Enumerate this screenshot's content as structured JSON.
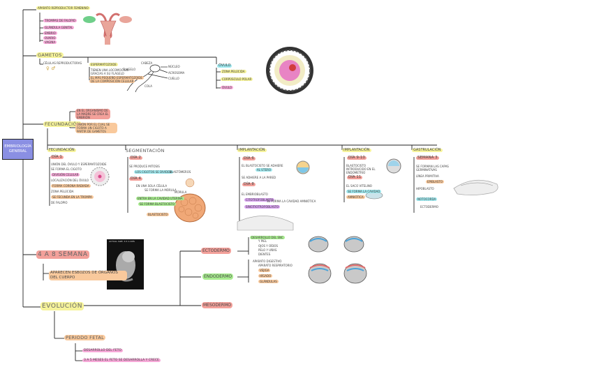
{
  "center": "EMBRIOLOGÍA GENERAL",
  "aparato": {
    "title": "APARATO REPRODUCTOR FEMENINO",
    "items": [
      "TROMPAS DE FALOPIO",
      "GLÁNDULA GENITAL",
      "EMBRIO",
      "OVARIO",
      "VAGINA"
    ]
  },
  "gametos": {
    "title": "GAMETOS",
    "celulas": "CÉLULAS REPRODUCTORAS",
    "symbols": "♀ ♂",
    "espermatozoide": {
      "title": "ESPERMATOZOIDE",
      "notes": [
        "TIENEN UNA LOCOMOCIÓN",
        "GRACIAS A SU FLAGELO",
        "EL MÁS PEQUEÑO ESPERMATOZOIDE",
        "DE LA COMPOSICIÓN CELULAR"
      ],
      "labels": [
        "CABEZA",
        "NÚCLEO",
        "ACROSOMA",
        "CUELLO",
        "COLA",
        "FLAGELO"
      ]
    },
    "ovulo": {
      "title": "ÓVULO",
      "items": [
        "ZONA PELÚCIDA",
        "CORPÚSCULO POLAR",
        "ÓVULO"
      ]
    }
  },
  "fecundacion": {
    "title": "FECUNDACIÓN",
    "notes": [
      "EN EL ORGANISMO DE LA MADRE SE CREA EL EMBRIÓN",
      "UNIÓN POR EL CUAL SE FORMA UN CIGOTO A PARTIR DE GAMETOS"
    ],
    "stages": [
      {
        "title": "FECUNDACIÓN",
        "badge": "DÍA 1",
        "notes": [
          "UNIÓN DEL ÓVULO Y ESPERMATOZOIDE",
          "SE FORMA EL CIGOTO",
          "DIVISIÓN CELULAR",
          "LOCALIZACIÓN DEL ÓVULO",
          "FORMA CORONA RADIADA",
          "ZONA PELÚCIDA",
          "SE FECUNDA EN LA TROMPA",
          "DE FALOPIO"
        ]
      },
      {
        "title": "SEGMENTACIÓN",
        "badges": [
          "DÍA 2",
          "DÍA 4"
        ],
        "notes": [
          "SE PRODUCE MITOSIS",
          "LOS CIGOTOS SE DIVIDEN",
          "BLASTÓMEROS",
          "EN UNA SOLA CÉLULA",
          "SE FORMA LA MÓRULA",
          "MÓRULA",
          "ENTRA EN LA CAVIDAD UTERINA",
          "SE FORMA BLASTOCISTO",
          "BLASTOCISTO"
        ]
      },
      {
        "title": "IMPLANTACIÓN",
        "badges": [
          "DÍA 6",
          "DÍA 8"
        ],
        "notes": [
          "EL BLASTOCISTO SE ADHIERE",
          "AL ÚTERO",
          "SE ADHIERE A LA PARED",
          "EL EMBRIOBLASTO",
          "CITOTROFOBLASTO",
          "SINCITIOTROFOBLASTO",
          "SE FORMA LA CAVIDAD AMNIÓTICA"
        ]
      },
      {
        "title": "IMPLANTACIÓN",
        "badges": [
          "DÍA 9-10",
          "DÍA 11"
        ],
        "notes": [
          "BLASTOCISTO INTRODUCIDO EN EL ENDOMETRIO",
          "EL SACO VITELINO",
          "SE FORMA LA CAVIDAD",
          "AMNIÓTICA"
        ]
      },
      {
        "title": "GASTRULACIÓN",
        "badge": "SEMANA 3",
        "notes": [
          "SE FORMAN LAS CAPAS GERMINATIVAS",
          "LÍNEA PRIMITIVA",
          "EPIBLASTO",
          "HIPOBLASTO",
          "NOTOCORDA",
          "ECTODERMO"
        ]
      }
    ]
  },
  "semanas": {
    "title": "4 A 8 SEMANA",
    "note": "APARECEN ESBOZOS DE ÓRGANOS DEL CUERPO",
    "image_caption": "ACTUAL SIZE: 3.5 C.CMS"
  },
  "capas": [
    {
      "title": "ECTODERMO",
      "notes": [
        "DESARROLLO DEL SNC",
        "Y PIEL",
        "OJOS Y OÍDOS",
        "PELO Y UÑAS",
        "DIENTES"
      ]
    },
    {
      "title": "ENDODERMO",
      "notes": [
        "APARATO DIGESTIVO",
        "APARATO RESPIRATORIO",
        "VEJIGA",
        "HÍGADO",
        "GLÁNDULAS"
      ]
    },
    {
      "title": "MESODERMO",
      "notes": []
    }
  ],
  "evolucion": {
    "title": "EVOLUCIÓN",
    "periodo": "PERIODO FETAL",
    "notes": [
      "DESARROLLO DEL FETO",
      "3 A 5 MESES EL FETO SE DESARROLLA Y CRECE"
    ]
  },
  "colors": {
    "yellow": "#f6f39a",
    "pink": "#f7a8d8",
    "orange": "#f9c99c",
    "cyan": "#9fe9ef",
    "green": "#a8ec8f",
    "red": "#f3a09a",
    "purple": "#d9a2f1",
    "center_box": "#8a8fe3"
  }
}
